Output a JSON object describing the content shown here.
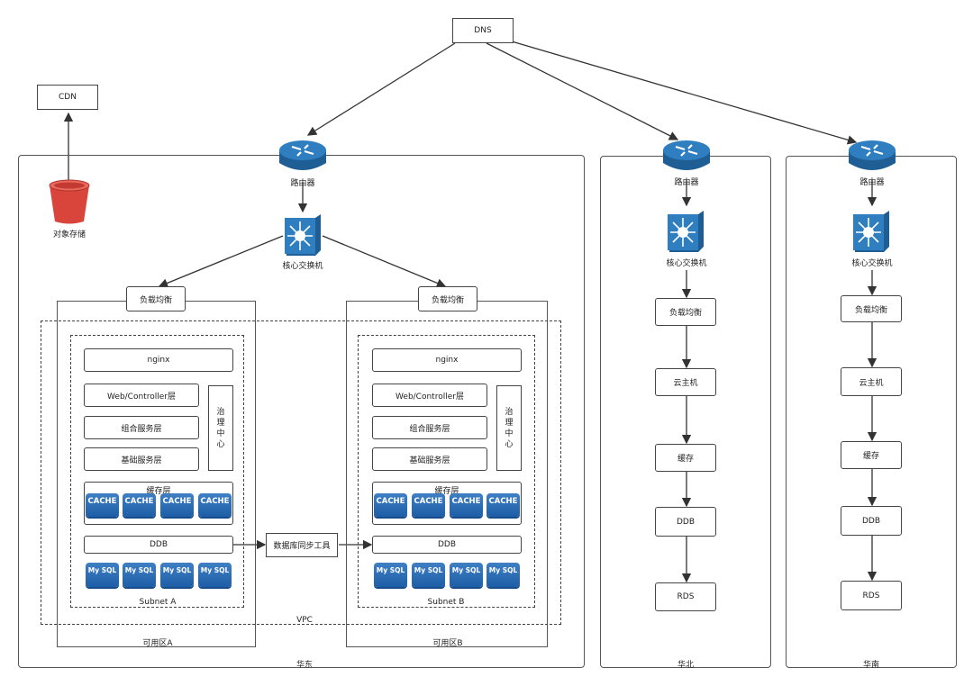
{
  "dns": "DNS",
  "cdn": "CDN",
  "object_storage": "对象存储",
  "router": "路由器",
  "core_switch": "核心交换机",
  "load_balancer": "负载均衡",
  "nginx": "nginx",
  "web_layer": "Web/Controller层",
  "compose_layer": "组合服务层",
  "base_layer": "基础服务层",
  "governance": [
    "治",
    "理",
    "中",
    "心"
  ],
  "cache_layer": "缓存层",
  "cache": "CACHE",
  "ddb": "DDB",
  "mysql": "My SQL",
  "db_sync": "数据库同步工具",
  "subnet_a": "Subnet A",
  "subnet_b": "Subnet B",
  "vpc": "VPC",
  "zone_a": "可用区A",
  "zone_b": "可用区B",
  "region_east": "华东",
  "region_north": "华北",
  "region_south": "华南",
  "cloud_host": "云主机",
  "cache_simple": "缓存",
  "rds": "RDS",
  "colors": {
    "accent_blue": "#2b6cb0",
    "router_blue": "#2f79b5"
  }
}
